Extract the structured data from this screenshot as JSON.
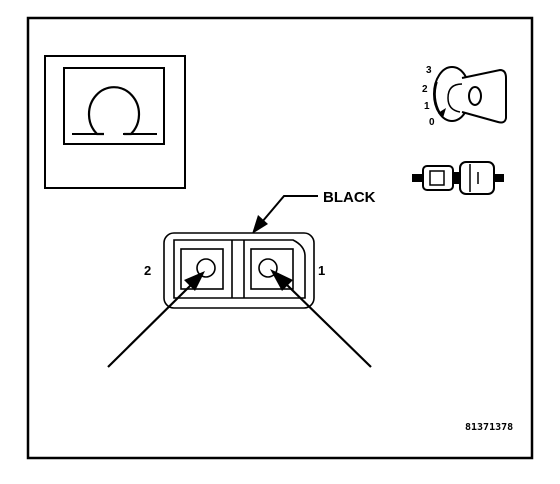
{
  "connector": {
    "color_label": "BLACK",
    "pin_left_label": "2",
    "pin_right_label": "1"
  },
  "ignition_key": {
    "positions": [
      "3",
      "2",
      "1",
      "0"
    ]
  },
  "figure_code": "81371378",
  "icons": {
    "meter": "ohm-symbol-icon",
    "key": "ignition-key-icon",
    "connector": "connector-plug-icon"
  }
}
